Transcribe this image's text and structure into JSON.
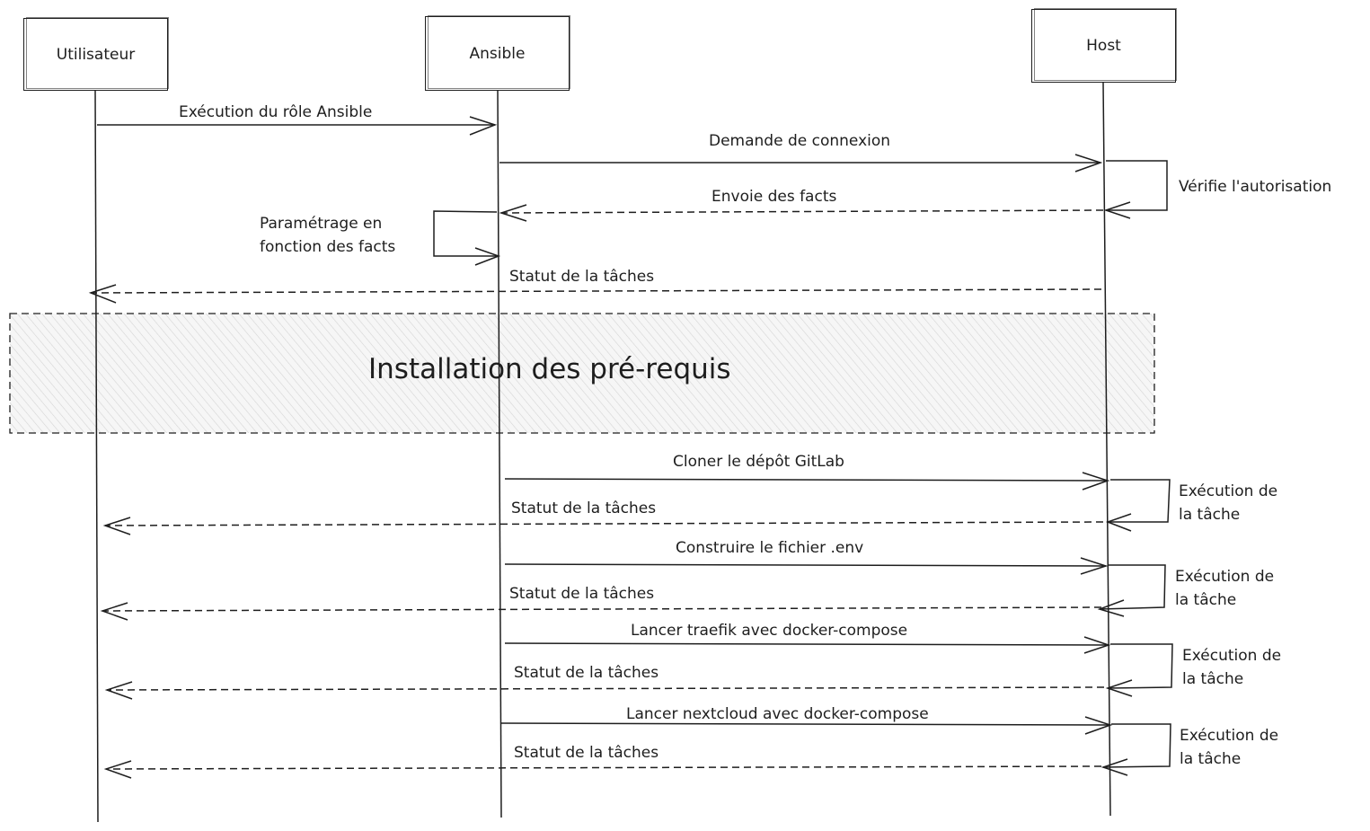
{
  "participants": {
    "user": "Utilisateur",
    "ansible": "Ansible",
    "host": "Host"
  },
  "messages": {
    "run_role": "Exécution du rôle Ansible",
    "connect_request": "Demande de connexion",
    "check_auth": "Vérifie l'autorisation",
    "send_facts": "Envoie des facts",
    "configure_facts": "Paramétrage en\nfonction des facts",
    "status_1": "Statut de la tâches",
    "clone_repo": "Cloner le dépôt GitLab",
    "exec_1": "Exécution de\nla tâche",
    "status_2": "Statut de la tâches",
    "build_env": "Construire le fichier .env",
    "exec_2": "Exécution de\nla tâche",
    "status_3": "Statut de la tâches",
    "launch_traefik": "Lancer traefik avec docker-compose",
    "exec_3": "Exécution de\nla tâche",
    "status_4": "Statut de la tâches",
    "launch_nextcloud": "Lancer nextcloud avec docker-compose",
    "exec_4": "Exécution de\nla tâche",
    "status_5": "Statut de la tâches"
  },
  "group": {
    "title": "Installation des pré-requis"
  },
  "colors": {
    "ink": "#1e1e1e",
    "group_fill": "#f3f3f3",
    "background": "#ffffff"
  }
}
